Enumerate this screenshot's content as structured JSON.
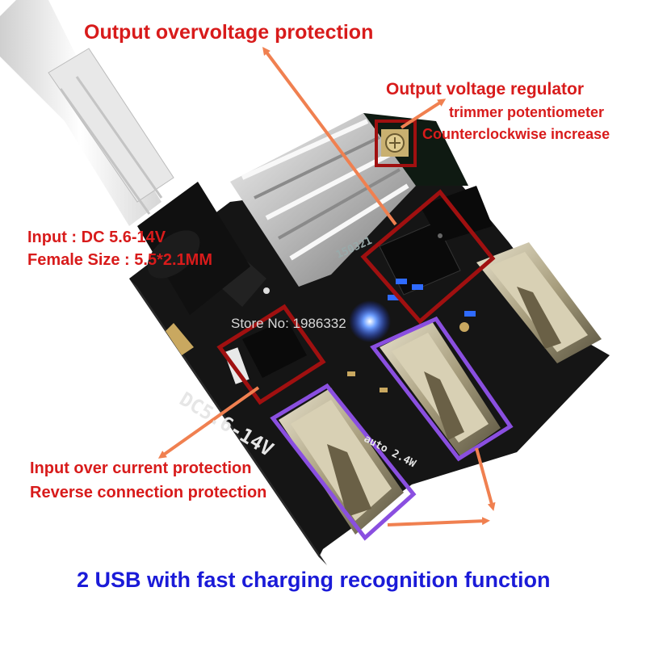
{
  "labels": {
    "output_overvoltage": "Output overvoltage protection",
    "regulator_title": "Output voltage regulator",
    "trimmer": "trimmer potentiometer",
    "counterclockwise": "Counterclockwise increase",
    "input_dc": "Input : DC 5.6-14V",
    "female_size": "Female Size : 5.5*2.1MM",
    "input_overcurrent": "Input over current protection",
    "reverse_connection": "Reverse connection protection",
    "usb_fast_charging": "2 USB with fast charging recognition function"
  },
  "board_print": {
    "store": "Store No: 1986332",
    "dc_range": "DC5.6-14V",
    "auto": "auto 2.4W",
    "chip_code": "150321"
  },
  "colors": {
    "label_red": "#d81b1b",
    "label_blue": "#1b1bd8",
    "arrow": "#f08050",
    "box_red": "#a01010",
    "box_purple": "#8a4fe0",
    "pcb": "#141414",
    "heatsink": "#c8c8c8",
    "usb_port": "#b0a890",
    "cable": "#f2f2f2",
    "led": "#2f6bff"
  }
}
